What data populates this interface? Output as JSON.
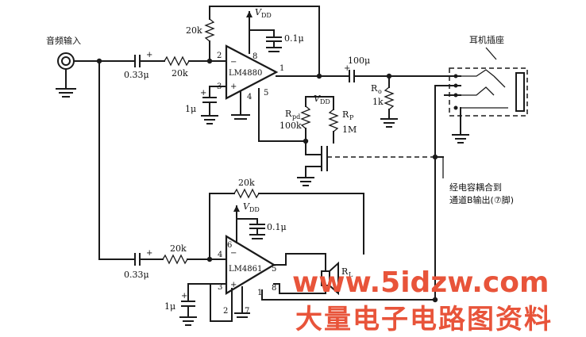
{
  "diagram": {
    "input_label": "音频输入",
    "jack_label": "耳机插座",
    "note_line1": "经电容耦合到",
    "note_line2": "通道B输出(⑦脚)",
    "top_amp": {
      "name": "LM4880",
      "pins": {
        "p2": "2",
        "p3": "3",
        "p8": "8",
        "p4": "4",
        "p1": "1",
        "p5": "5"
      },
      "fb_res": "20k",
      "in_cap": "0.33μ",
      "in_res": "20k",
      "bias_cap": "1μ",
      "vdd": "V",
      "vdd_sub": "DD",
      "bypass_cap": "0.1μ",
      "out_cap": "100μ",
      "ro_label": "R",
      "ro_sub": "o",
      "ro_value": "1k",
      "rpd_label": "R",
      "rpd_sub": "pd",
      "rpd_value": "100k",
      "rp_label": "R",
      "rp_sub": "P",
      "rp_value": "1M",
      "vdd2": "V",
      "vdd2_sub": "DD"
    },
    "bottom_amp": {
      "name": "LM4861",
      "pins": {
        "p6": "6",
        "p4": "4",
        "p3": "3",
        "p2": "2",
        "p7": "7",
        "p1": "1",
        "p5": "5",
        "p8": "8"
      },
      "fb_res": "20k",
      "in_cap": "0.33μ",
      "in_res": "20k",
      "bias_cap": "1μ",
      "vdd": "V",
      "vdd_sub": "DD",
      "bypass_cap": "0.1μ",
      "rl_label": "R",
      "rl_sub": "L"
    },
    "signs": {
      "minus": "−",
      "plus": "+"
    }
  },
  "watermark": {
    "url": "www.5idzw.com",
    "text": "大量电子电路图资料"
  }
}
